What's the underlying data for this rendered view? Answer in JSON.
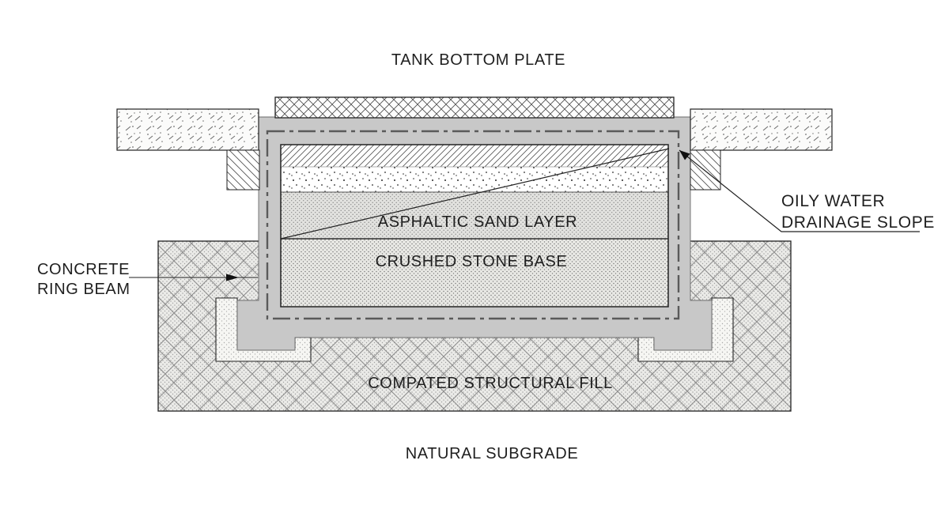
{
  "diagram": {
    "type": "tank-foundation-cross-section",
    "labels": {
      "tank_bottom_plate": "TANK BOTTOM PLATE",
      "oily_water": {
        "line1": "OILY WATER",
        "line2": "DRAINAGE SLOPE"
      },
      "concrete_ring_beam": {
        "line1": "CONCRETE",
        "line2": "RING BEAM"
      },
      "asphaltic_sand_layer": "ASPHALTIC SAND LAYER",
      "crushed_stone_base": "CRUSHED STONE BASE",
      "structural_fill": "COMPATED STRUCTURAL FILL",
      "natural_subgrade": "NATURAL SUBGRADE"
    },
    "colors": {
      "background": "#ffffff",
      "beam_gray": "#c8c8c8",
      "outline": "#222222",
      "text": "#1f1f1f",
      "centerline": "#5a5a5a",
      "pattern_line": "#6f6f6f"
    }
  }
}
